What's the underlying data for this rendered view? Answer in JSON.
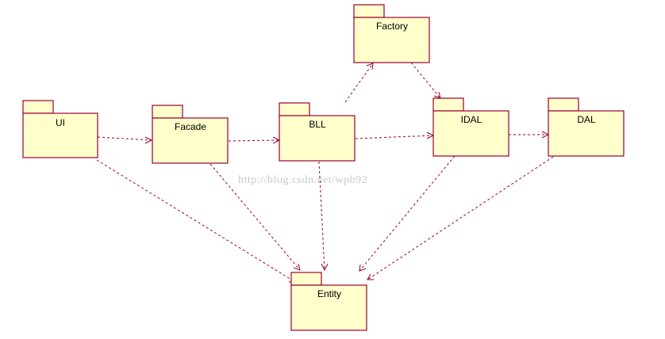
{
  "diagram": {
    "packages": {
      "ui": "UI",
      "facade": "Facade",
      "bll": "BLL",
      "factory": "Factory",
      "idal": "IDAL",
      "dal": "DAL",
      "entity": "Entity"
    },
    "dependencies": [
      {
        "from": "UI",
        "to": "Facade"
      },
      {
        "from": "Facade",
        "to": "BLL"
      },
      {
        "from": "BLL",
        "to": "IDAL"
      },
      {
        "from": "IDAL",
        "to": "DAL"
      },
      {
        "from": "BLL",
        "to": "Factory"
      },
      {
        "from": "Factory",
        "to": "IDAL"
      },
      {
        "from": "UI",
        "to": "Entity"
      },
      {
        "from": "Facade",
        "to": "Entity"
      },
      {
        "from": "BLL",
        "to": "Entity"
      },
      {
        "from": "IDAL",
        "to": "Entity"
      },
      {
        "from": "DAL",
        "to": "Entity"
      }
    ],
    "colors": {
      "package_fill": "#ffffcc",
      "package_border": "#990033",
      "arrow": "#990033",
      "watermark": "#c8c8c8"
    },
    "watermark": "http://blog.csdn.net/wpb92"
  }
}
